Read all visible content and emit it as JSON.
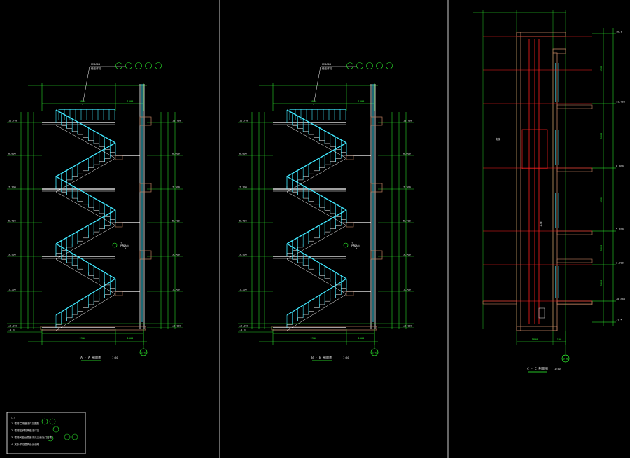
{
  "panels": [
    {
      "id": "A",
      "title": "A - A 剖面图",
      "scale": "1:50",
      "grid_tag": "2-E",
      "callout_top": [
        "PM2A04",
        "做法详见"
      ],
      "callout_mid": [
        "PM2A04",
        "做法详见"
      ],
      "dim_top": [
        "2910",
        "1500"
      ],
      "dim_bottom": [
        "2910",
        "1500"
      ],
      "levels": [
        "11.700",
        "8.800",
        "7.300",
        "5.700",
        "3.900",
        "1.500",
        "±0.000",
        "-0.3"
      ],
      "right_levels": [
        "11.700",
        "8.800",
        "7.300",
        "5.700",
        "3.900",
        "1.500",
        "±0.000"
      ]
    },
    {
      "id": "B",
      "title": "B - B 剖面图",
      "scale": "1:50",
      "grid_tag": "2-E",
      "callout_top": [
        "PM2A04",
        "做法详见"
      ],
      "callout_mid": [
        "PM2A04",
        "做法详见"
      ],
      "dim_top": [
        "2910",
        "1500"
      ],
      "dim_bottom": [
        "2910",
        "1500"
      ],
      "levels": [
        "11.700",
        "8.800",
        "7.300",
        "5.700",
        "3.900",
        "1.500",
        "±0.000",
        "-0.3"
      ],
      "right_levels": [
        "11.700",
        "8.800",
        "7.300",
        "5.700",
        "3.900",
        "1.500",
        "±0.000"
      ]
    },
    {
      "id": "C",
      "title": "C - C 剖面图",
      "scale": "1:50",
      "grid_tag": "2-D",
      "mid_label": "电梯",
      "shaft_label": "井道",
      "right_levels": [
        "15.1",
        "11.700",
        "8.800",
        "5.700",
        "3.900",
        "±0.000",
        "-1.5"
      ],
      "right_dims": [
        "3900",
        "3000",
        "3300",
        "3000",
        "3300"
      ],
      "dim_bottom": [
        "1800",
        "100"
      ]
    }
  ],
  "legend": {
    "title": "注:",
    "lines": [
      "1.楼梯栏杆做法详见图集",
      "2.楼梯踏步防滑做法详见",
      "3.楼梯间窗台高度详见立面及门窗表",
      "4.其余详见建筑设计说明"
    ]
  },
  "colors": {
    "background": "#000000",
    "structure": "#ffffff",
    "stair_rail": "#40e8ff",
    "dimension": "#30ff30",
    "axis": "#ff2020",
    "hatch": "#c08060",
    "text": "#e8e8e8"
  }
}
